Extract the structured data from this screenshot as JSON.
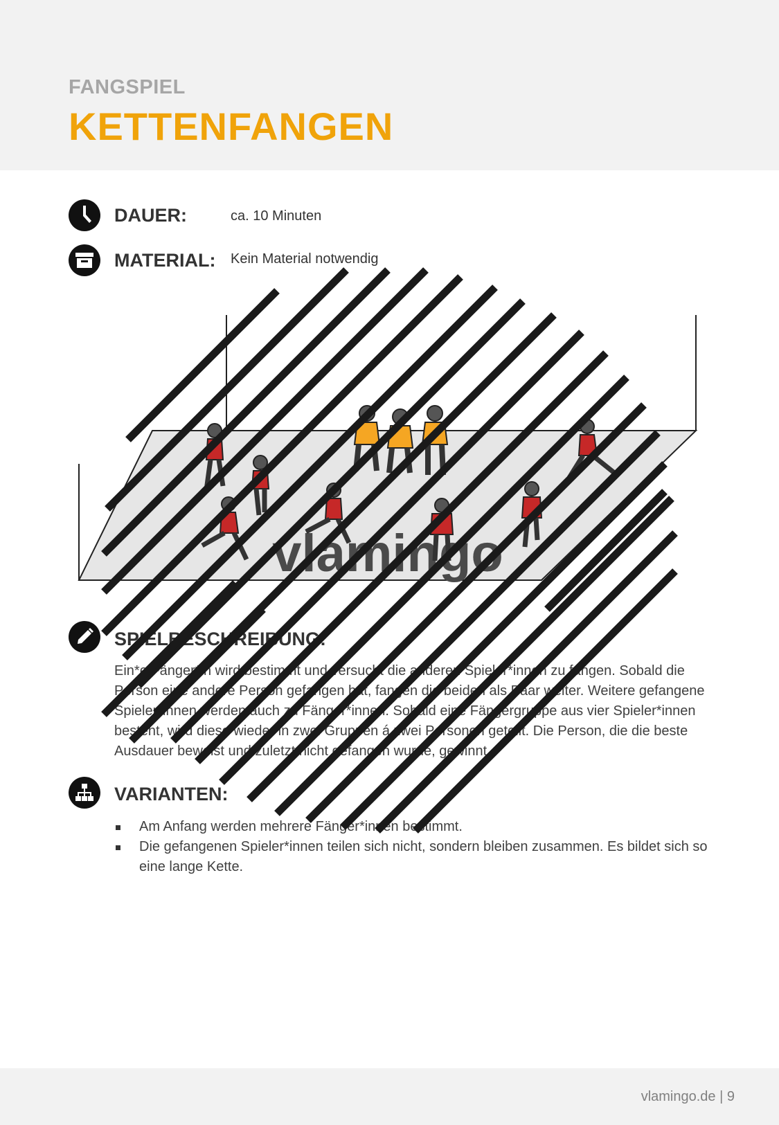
{
  "header": {
    "kicker": "FANGSPIEL",
    "title": "KETTENFANGEN"
  },
  "meta": {
    "duration_label": "DAUER:",
    "duration_value": "ca. 10 Minuten",
    "material_label": "MATERIAL:",
    "material_value": "Kein Material notwendig"
  },
  "illustration": {
    "watermark": "vlamingo"
  },
  "description": {
    "heading": "SPIELBESCHREIBUNG:",
    "text": "Ein*e Fänger*in wird bestimmt und versucht die anderen Spieler*innen zu fangen. Sobald die Person eine andere Person gefangen hat, fangen die beiden als Paar weiter. Weitere gefangene Spieler*innen werden auch zu Fänger*innen. Sobald eine Fängergruppe aus vier Spieler*innen besteht, wird diese wieder in zwei Gruppen á zwei Personen geteilt. Die Person, die die beste Ausdauer beweist und zuletzt nicht gefangen wurde, gewinnt."
  },
  "variants": {
    "heading": "VARIANTEN:",
    "items": [
      "Am Anfang werden mehrere Fänger*innen bestimmt.",
      "Die gefangenen Spieler*innen teilen sich nicht, sondern bleiben zusammen. Es bildet sich so eine lange Kette."
    ]
  },
  "footer": {
    "site": "vlamingo.de",
    "page": "9"
  },
  "colors": {
    "accent": "#f0a30a",
    "kicker": "#a6a6a6",
    "header_bg": "#f2f2f2",
    "catcher_shirt": "#f5a623",
    "runner_shirt": "#c62828"
  },
  "icons": [
    "clock-icon",
    "archive-box-icon",
    "pencil-icon",
    "hierarchy-icon"
  ]
}
